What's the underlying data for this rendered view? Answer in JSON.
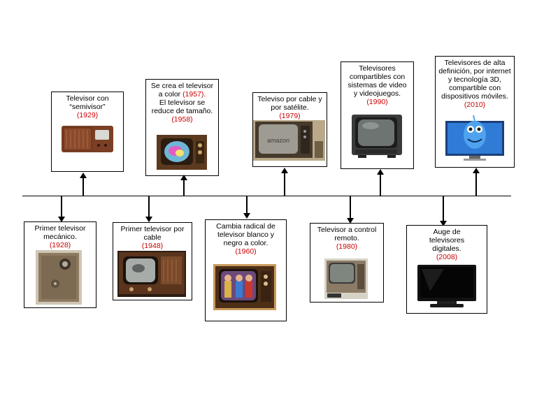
{
  "events": [
    {
      "id": "1928",
      "text": "Primer televisor mecánico.",
      "year": "(1928)"
    },
    {
      "id": "1929",
      "text": "Televisor con “semivisor”",
      "year": "(1929)"
    },
    {
      "id": "1948",
      "text": "Primer televisor por cable",
      "year": "(1948)"
    },
    {
      "id": "1957",
      "text_a": "Se crea el televisor a color",
      "year_a": "(1957).",
      "text_b": "El televisor se reduce de tamaño.",
      "year_b": "(1958)"
    },
    {
      "id": "1960",
      "text": "Cambia radical de televisor blanco y negro a color.",
      "year": "(1960)"
    },
    {
      "id": "1979",
      "text": "Televiso por cable y por satélite.",
      "year": "(1979)"
    },
    {
      "id": "1980",
      "text": "Televisor a control remoto.",
      "year": "(1980)"
    },
    {
      "id": "1990",
      "text": "Televisores compartibles con sistemas de video y videojuegos.",
      "year": "(1990)"
    },
    {
      "id": "2008",
      "text": "Auge de televisores digitales.",
      "year": "(2008)"
    },
    {
      "id": "2010",
      "text": "Televisores de alta definición, por internet y tecnología 3D, compartible con dispositivos móviles.",
      "year": "(2010)"
    }
  ],
  "logo_text": "amazon",
  "colors": {
    "year": "#cc0000",
    "line": "#000000"
  }
}
